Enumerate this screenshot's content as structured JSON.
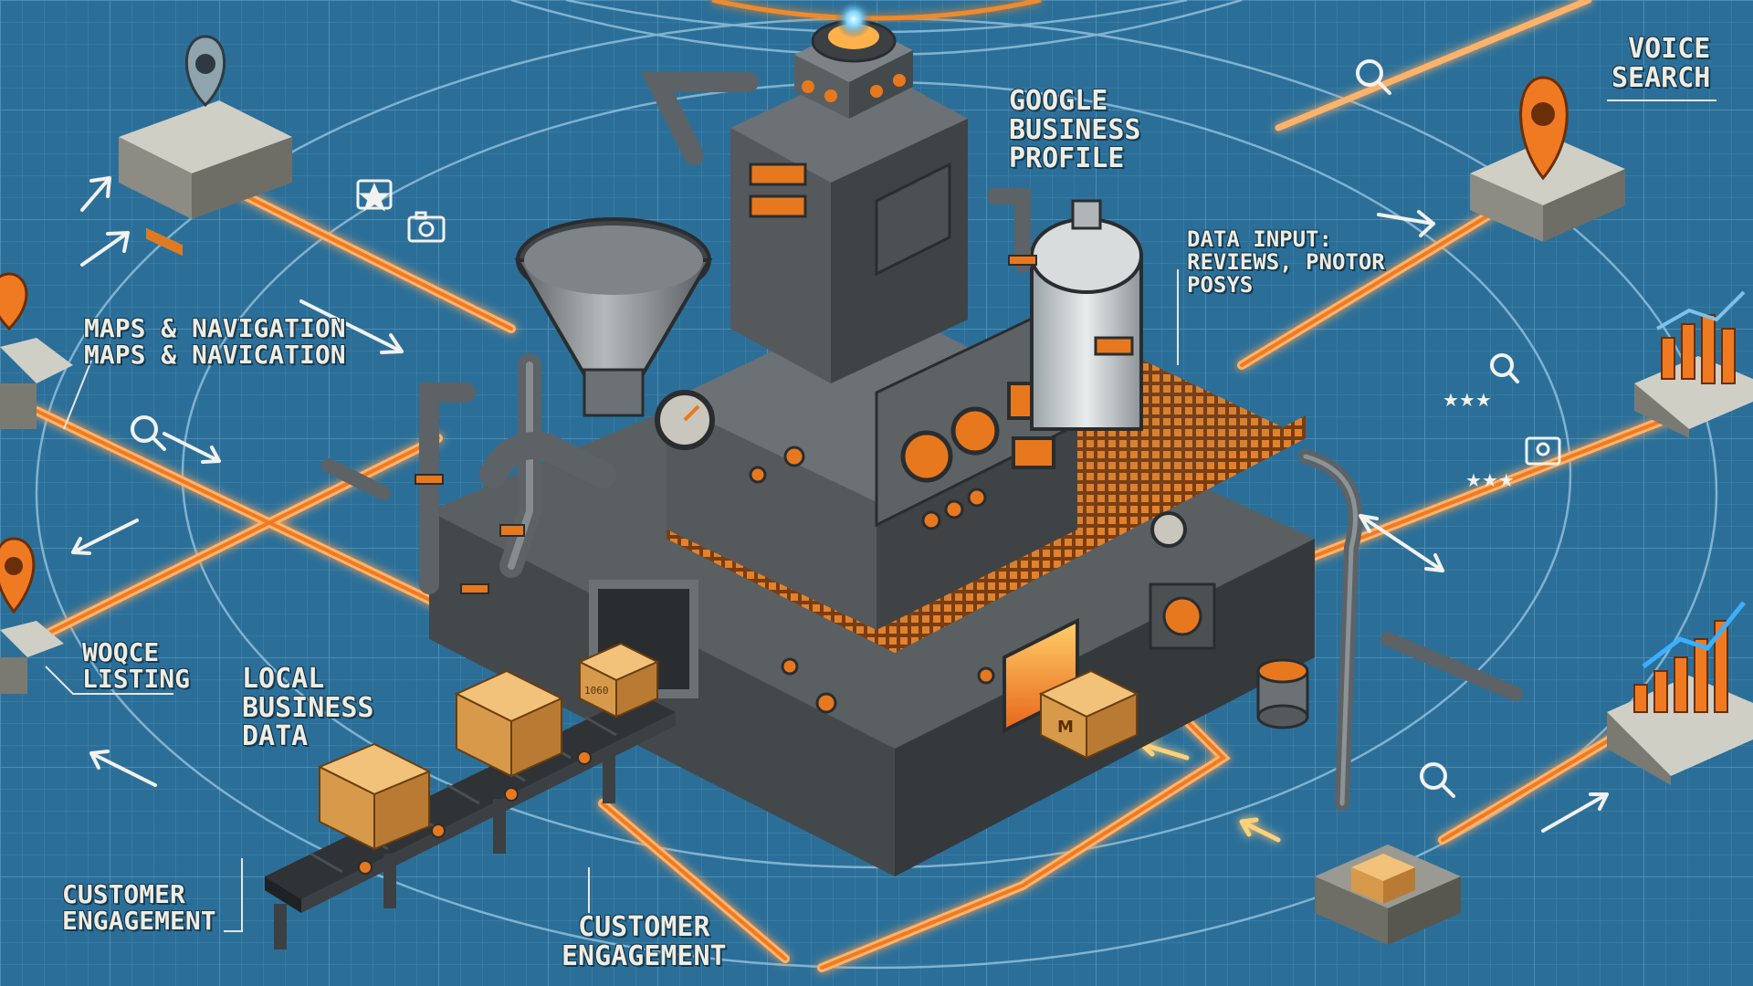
{
  "labels": {
    "google_business_profile": [
      "GOOGLE",
      "BUSINESS",
      "PROFILE"
    ],
    "voice_search": [
      "VOICE",
      "SEARCH"
    ],
    "data_input": [
      "DATA INPUT:",
      "REVIEWS, PNOTOR",
      "POSYS"
    ],
    "maps_navigation": [
      "MAPS & NAVIGATION",
      "MAPS & NAVICATION"
    ],
    "woqce_listing": [
      "WOQCE",
      "LISTING"
    ],
    "local_business_data": [
      "LOCAL",
      "BUSINESS",
      "DATA"
    ],
    "customer_engagement_left": [
      "CUSTOMER",
      "ENGAGEMENT"
    ],
    "customer_engagement_bottom": [
      "CUSTOMER",
      "ENGAGEMENT"
    ]
  },
  "rating_text": [
    "★★★",
    "★★★"
  ],
  "box_marks": [
    "1060",
    "M"
  ],
  "colors": {
    "background": "#2b6f99",
    "grid": "#4a8db5",
    "pipe_glow": "#f08a2c",
    "machine_dark": "#4a4f52",
    "machine_mid": "#6b7174",
    "accent_orange": "#e8781e",
    "label_text": "#f1ece0"
  },
  "icons": [
    "location-pin-icon",
    "search-icon",
    "camera-icon",
    "star-icon",
    "bar-chart-icon",
    "arrow-icon",
    "funnel-icon",
    "box-icon",
    "gauge-icon"
  ]
}
